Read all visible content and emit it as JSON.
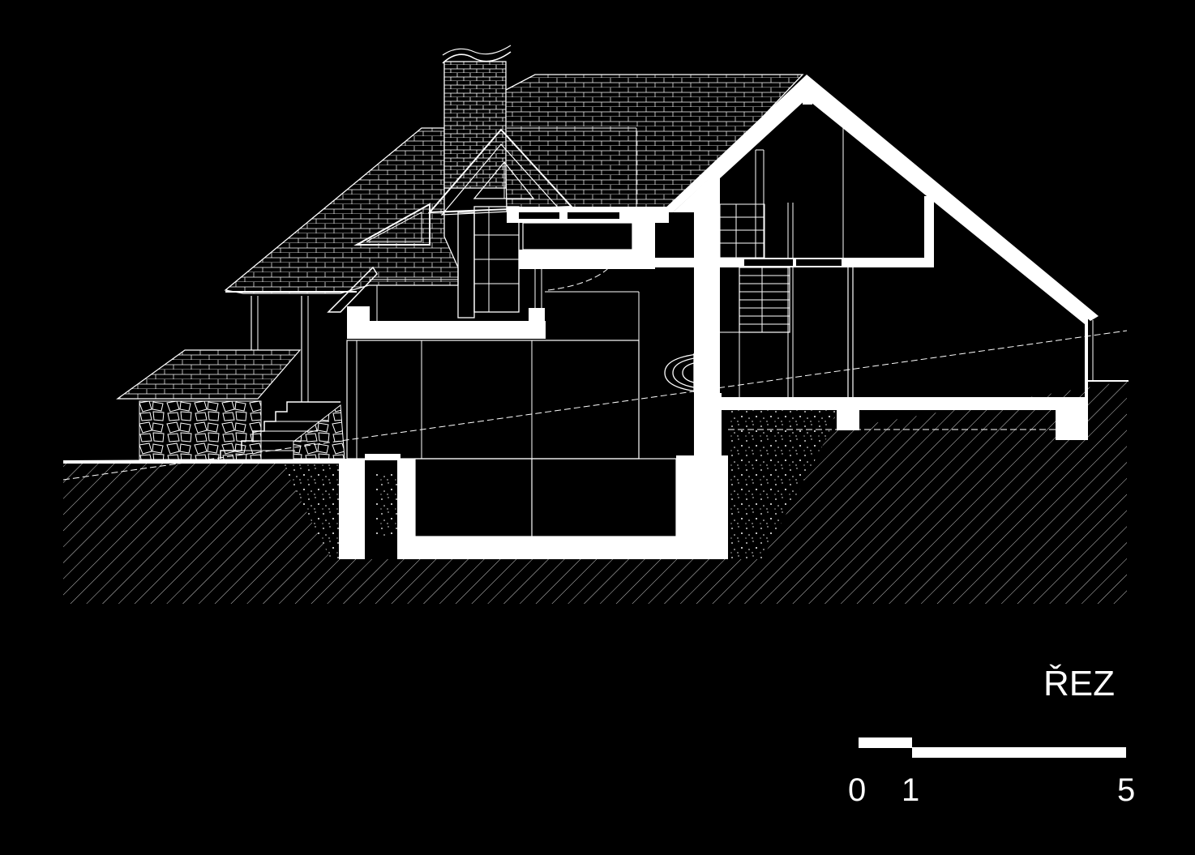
{
  "drawing": {
    "title": "ŘEZ",
    "background_color": "#000000",
    "line_color": "#ffffff",
    "scale_bar": {
      "labels": [
        "0",
        "1",
        "5"
      ],
      "values": [
        0,
        1,
        5
      ]
    }
  }
}
